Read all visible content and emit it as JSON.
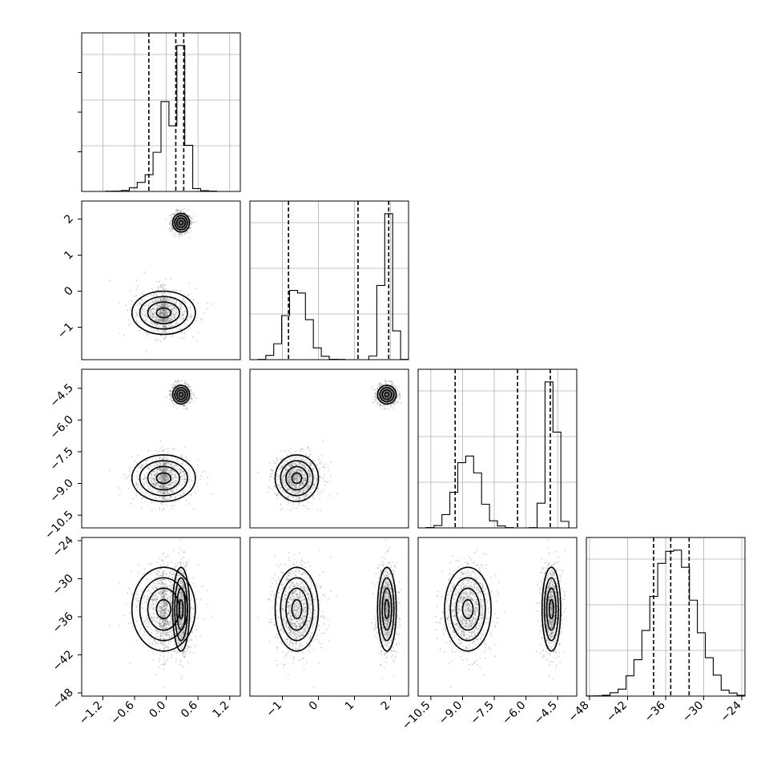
{
  "chart_data": {
    "type": "corner",
    "parameters": [
      {
        "ticks": [
          -1.2,
          -0.6,
          0.0,
          0.6,
          1.2
        ],
        "tick_labels": [
          "−1.2",
          "−0.6",
          "0.0",
          "0.6",
          "1.2"
        ],
        "range": [
          -1.6,
          1.4
        ],
        "modes": [
          {
            "weight": 0.32,
            "mean": -0.05,
            "sd": 0.3,
            "tail": 0.18
          },
          {
            "weight": 0.68,
            "mean": 0.28,
            "sd": 0.08
          }
        ],
        "quantiles": [
          -0.33,
          0.18,
          0.33
        ]
      },
      {
        "ticks": [
          -1,
          0,
          1,
          2
        ],
        "tick_labels": [
          "−1",
          "0",
          "1",
          "2"
        ],
        "range": [
          -1.9,
          2.5
        ],
        "modes": [
          {
            "weight": 0.5,
            "mean": -0.6,
            "sd": 0.3
          },
          {
            "weight": 0.5,
            "mean": 1.9,
            "sd": 0.13
          }
        ],
        "quantiles": [
          -0.83,
          1.1,
          1.95
        ]
      },
      {
        "ticks": [
          -10.5,
          -9.0,
          -7.5,
          -6.0,
          -4.5
        ],
        "tick_labels": [
          "−10.5",
          "−9.0",
          "−7.5",
          "−6.0",
          "−4.5"
        ],
        "range": [
          -11.1,
          -3.6
        ],
        "modes": [
          {
            "weight": 0.5,
            "mean": -8.75,
            "sd": 0.55
          },
          {
            "weight": 0.5,
            "mean": -4.8,
            "sd": 0.22
          }
        ],
        "quantiles": [
          -9.35,
          -6.4,
          -4.85
        ]
      },
      {
        "ticks": [
          -48,
          -42,
          -36,
          -30,
          -24
        ],
        "tick_labels": [
          "−48",
          "−42",
          "−36",
          "−30",
          "−24"
        ],
        "range": [
          -48.5,
          -23.5
        ],
        "modes": [
          {
            "weight": 1.0,
            "mean": -34.8,
            "sd": 3.3
          }
        ],
        "quantiles": [
          -37.9,
          -35.2,
          -32.3
        ]
      }
    ]
  }
}
